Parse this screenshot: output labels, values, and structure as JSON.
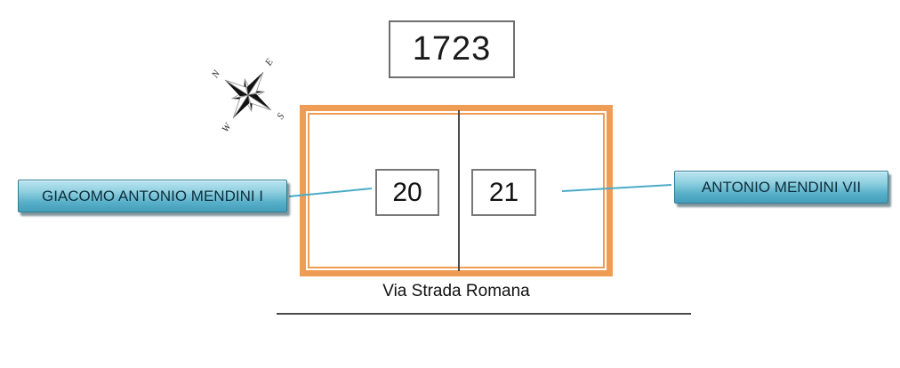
{
  "diagram": {
    "year": "1723",
    "street_name": "Via Strada Romana",
    "units": [
      {
        "number": "20",
        "owner": "GIACOMO ANTONIO MENDINI I"
      },
      {
        "number": "21",
        "owner": "ANTONIO MENDINI VII"
      }
    ],
    "compass": {
      "north": "N",
      "east": "E",
      "south": "S",
      "west": "W"
    }
  },
  "colors": {
    "building_border": "#EF9D54",
    "unit_box_border": "#787878",
    "year_box_border": "#6e6e6e",
    "divider": "#4a4a4a",
    "leader_line": "#4BACC6",
    "callout_fill_top": "#B9E4F0",
    "callout_fill_bottom": "#459FBA",
    "callout_border": "#2E7D97",
    "callout_text": "#0d2e3d",
    "street_line": "#4a4a4a",
    "compass_star": "#111111"
  }
}
